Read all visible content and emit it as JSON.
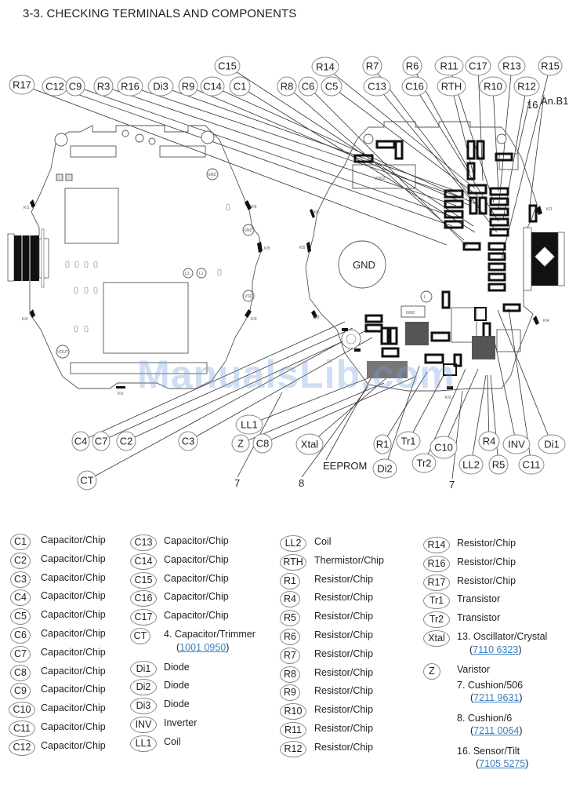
{
  "title": "3-3. CHECKING TERMINALS AND COMPONENTS",
  "watermark": "ManualsLib.com",
  "diagram": {
    "board_labels": {
      "gnd_large": "GND",
      "gnd_small": "GND",
      "gnd_pad1": "GND",
      "gnd_pad2": "GND",
      "vsc": "VSC",
      "vout": "VOUT",
      "vdd2": "VDD2",
      "l1": "L1",
      "l2": "L2",
      "l": "L",
      "ki1": "KI1",
      "ki2": "KI2",
      "ki3": "KI3",
      "ki4": "KI4",
      "ki5": "KI5",
      "ki6": "KI6",
      "ki_left1": "KI1",
      "ki_left2": "KI2",
      "ki_left3": "KI3",
      "ki_left4": "KI4",
      "ki_left5": "KI5",
      "ki_left6": "KI6"
    },
    "top_callouts": [
      "R17",
      "C12",
      "C9",
      "R3",
      "R16",
      "Di3",
      "R9",
      "C14",
      "C1",
      "C15",
      "R8",
      "C6",
      "C5",
      "R14",
      "C13",
      "R7",
      "C16",
      "R6",
      "RTH",
      "R11",
      "C17",
      "R10",
      "R13",
      "R12",
      "R15"
    ],
    "top_numbers": {
      "sensor": "16",
      "antenna": "An.B1"
    },
    "bottom_callouts": [
      "C4",
      "C7",
      "C2",
      "C3",
      "LL1",
      "Z",
      "C8",
      "Xtal",
      "R1",
      "Tr1",
      "C10",
      "R4",
      "INV",
      "Di1",
      "Di2",
      "Tr2",
      "LL2",
      "R5",
      "C11",
      "CT"
    ],
    "bottom_numbers": {
      "cushion_left": "7",
      "cushion_mid": "8",
      "eeprom": "EEPROM",
      "cushion_right": "7"
    }
  },
  "legend": {
    "col1": [
      {
        "code": "C1",
        "desc": "Capacitor/Chip"
      },
      {
        "code": "C2",
        "desc": "Capacitor/Chip"
      },
      {
        "code": "C3",
        "desc": "Capacitor/Chip"
      },
      {
        "code": "C4",
        "desc": "Capacitor/Chip"
      },
      {
        "code": "C5",
        "desc": "Capacitor/Chip"
      },
      {
        "code": "C6",
        "desc": "Capacitor/Chip"
      },
      {
        "code": "C7",
        "desc": "Capacitor/Chip"
      },
      {
        "code": "C8",
        "desc": "Capacitor/Chip"
      },
      {
        "code": "C9",
        "desc": "Capacitor/Chip"
      },
      {
        "code": "C10",
        "desc": "Capacitor/Chip"
      },
      {
        "code": "C11",
        "desc": "Capacitor/Chip"
      },
      {
        "code": "C12",
        "desc": "Capacitor/Chip"
      }
    ],
    "col2": [
      {
        "code": "C13",
        "desc": "Capacitor/Chip"
      },
      {
        "code": "C14",
        "desc": "Capacitor/Chip"
      },
      {
        "code": "C15",
        "desc": "Capacitor/Chip"
      },
      {
        "code": "C16",
        "desc": "Capacitor/Chip"
      },
      {
        "code": "C17",
        "desc": "Capacitor/Chip"
      },
      {
        "code": "CT",
        "desc": "4. Capacitor/Trimmer",
        "part": "1001 0950"
      },
      {
        "code": "Di1",
        "desc": "Diode"
      },
      {
        "code": "Di2",
        "desc": "Diode"
      },
      {
        "code": "Di3",
        "desc": "Diode"
      },
      {
        "code": "INV",
        "desc": "Inverter"
      },
      {
        "code": "LL1",
        "desc": "Coil"
      }
    ],
    "col3": [
      {
        "code": "LL2",
        "desc": "Coil"
      },
      {
        "code": "RTH",
        "desc": "Thermistor/Chip"
      },
      {
        "code": "R1",
        "desc": "Resistor/Chip"
      },
      {
        "code": "R4",
        "desc": "Resistor/Chip"
      },
      {
        "code": "R5",
        "desc": "Resistor/Chip"
      },
      {
        "code": "R6",
        "desc": "Resistor/Chip"
      },
      {
        "code": "R7",
        "desc": "Resistor/Chip"
      },
      {
        "code": "R8",
        "desc": "Resistor/Chip"
      },
      {
        "code": "R9",
        "desc": "Resistor/Chip"
      },
      {
        "code": "R10",
        "desc": "Resistor/Chip"
      },
      {
        "code": "R11",
        "desc": "Resistor/Chip"
      },
      {
        "code": "R12",
        "desc": "Resistor/Chip"
      }
    ],
    "col4": [
      {
        "code": "R14",
        "desc": "Resistor/Chip"
      },
      {
        "code": "R16",
        "desc": "Resistor/Chip"
      },
      {
        "code": "R17",
        "desc": "Resistor/Chip"
      },
      {
        "code": "Tr1",
        "desc": "Transistor"
      },
      {
        "code": "Tr2",
        "desc": "Transistor"
      },
      {
        "code": "Xtal",
        "desc": "13. Oscillator/Crystal",
        "part": "7110 6323"
      },
      {
        "code": "Z",
        "desc": "Varistor"
      }
    ],
    "extras": [
      {
        "desc": "7. Cushion/506",
        "part": "7211 9631"
      },
      {
        "desc": "8. Cushion/6",
        "part": "7211 0064"
      },
      {
        "desc": "16. Sensor/Tilt",
        "part": "7105 5275"
      }
    ]
  }
}
